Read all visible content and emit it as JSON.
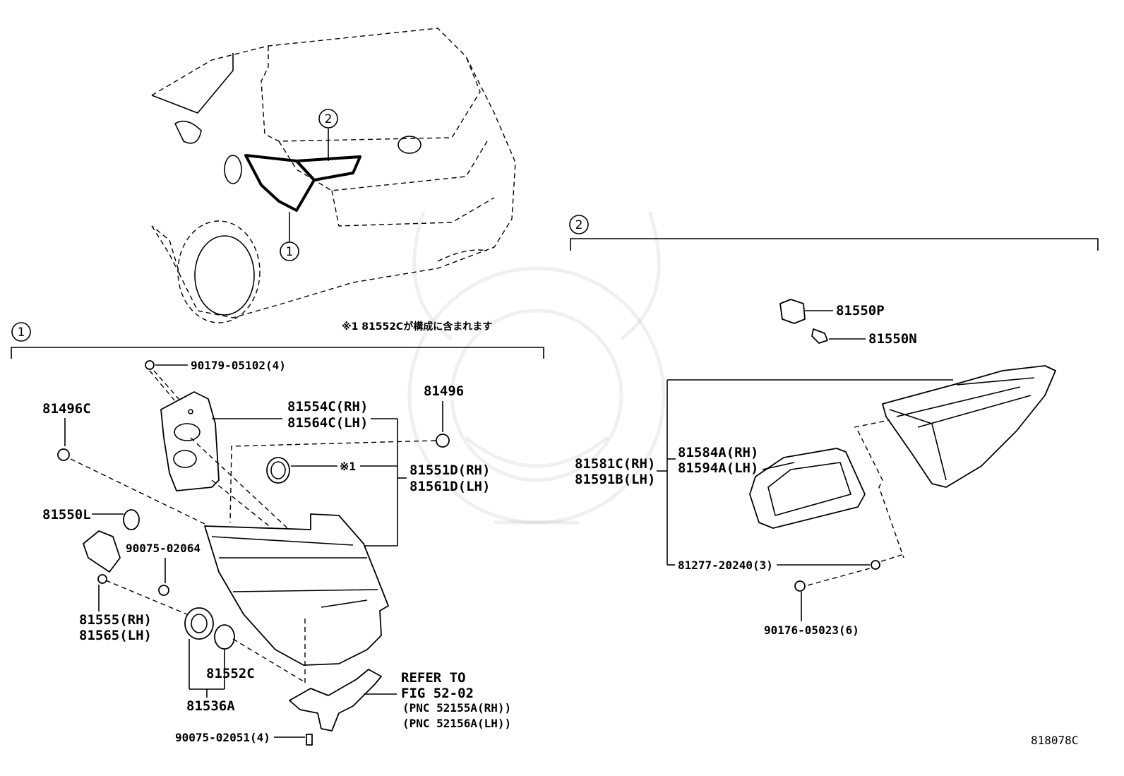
{
  "labels": {
    "c1_vehicle": "1",
    "c2_vehicle": "2",
    "c1_section": "1",
    "c2_section": "2",
    "note_1": "※1 81552Cが構成に含まれます",
    "p_90179": "90179-05102(4)",
    "p_81496C": "81496C",
    "p_81554C_rh": "81554C(RH)",
    "p_81564C_lh": "81564C(LH)",
    "p_81496": "81496",
    "ref_1": "※1",
    "p_81551D_rh": "81551D(RH)",
    "p_81561D_lh": "81561D(LH)",
    "p_81550L": "81550L",
    "p_90075_02064": "90075-02064",
    "p_81555_rh": "81555(RH)",
    "p_81565_lh": "81565(LH)",
    "p_81552C": "81552C",
    "p_81536A": "81536A",
    "refer_1": "REFER TO",
    "refer_2": "FIG 52-02",
    "refer_3": "(PNC 52155A(RH))",
    "refer_4": "(PNC 52156A(LH))",
    "p_90075_02051": "90075-02051(4)",
    "p_81550P": "81550P",
    "p_81550N": "81550N",
    "p_81581C_rh": "81581C(RH)",
    "p_81591B_lh": "81591B(LH)",
    "p_81584A_rh": "81584A(RH)",
    "p_81594A_lh": "81594A(LH)",
    "p_81277": "81277-20240(3)",
    "p_90176": "90176-05023(6)",
    "figure_code": "818078C"
  }
}
